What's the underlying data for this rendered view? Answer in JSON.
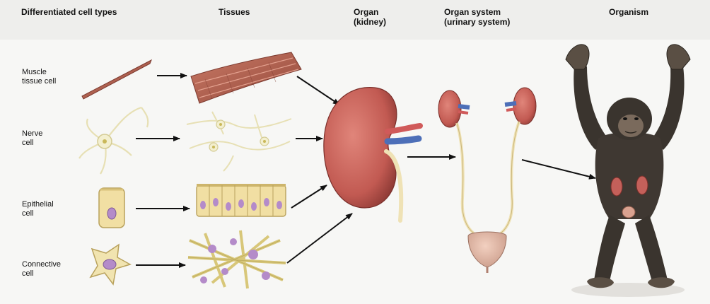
{
  "headers": {
    "cell_types": "Differentiated cell types",
    "tissues": "Tissues",
    "organ_line1": "Organ",
    "organ_line2": "(kidney)",
    "system_line1": "Organ system",
    "system_line2": "(urinary system)",
    "organism": "Organism"
  },
  "cells": [
    {
      "line1": "Muscle",
      "line2": "tissue cell"
    },
    {
      "line1": "Nerve",
      "line2": "cell"
    },
    {
      "line1": "Epithelial",
      "line2": "cell"
    },
    {
      "line1": "Connective",
      "line2": "cell"
    }
  ],
  "colors": {
    "muscle": "#b5624f",
    "nerve": "#f3efcf",
    "epithelial": "#f1dfa3",
    "connective": "#e8d88e",
    "nucleus": "#b48bc9",
    "kidney": "#c4605a",
    "vessel_blue": "#4d6fb8",
    "vessel_red": "#d05a5a",
    "ureter": "#efe2b5",
    "chimp": "#3a342e"
  }
}
